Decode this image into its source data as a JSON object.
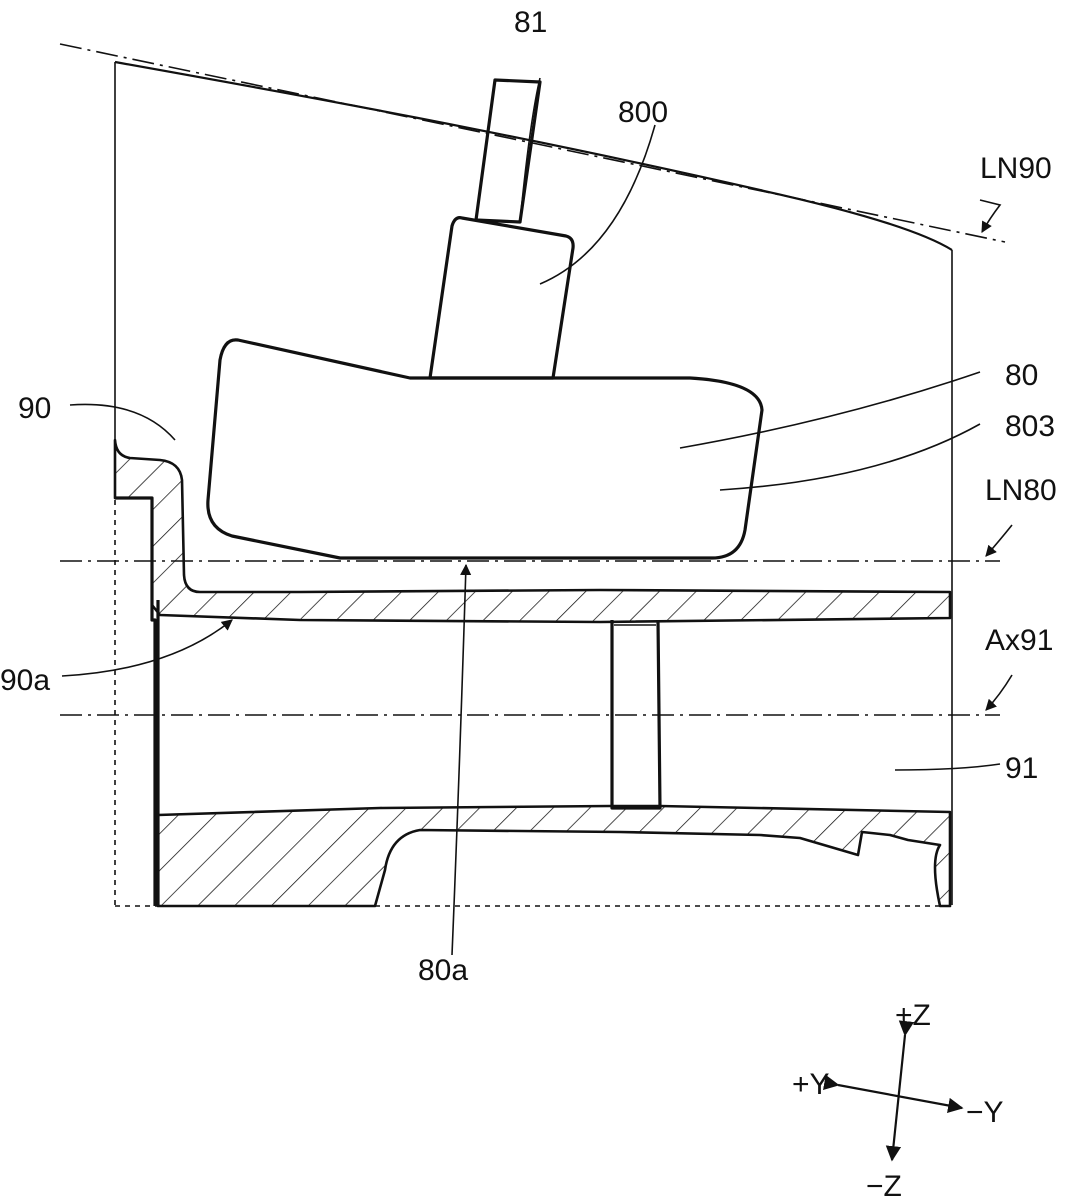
{
  "labels": {
    "p81": "81",
    "p800": "800",
    "ln90": "LN90",
    "p80": "80",
    "p803": "803",
    "p90": "90",
    "ln80": "LN80",
    "p90a": "90a",
    "ax91": "Ax91",
    "p91": "91",
    "p80a": "80a"
  },
  "axes": {
    "plus_z": "+Z",
    "minus_z": "−Z",
    "plus_y": "+Y",
    "minus_y": "−Y"
  }
}
